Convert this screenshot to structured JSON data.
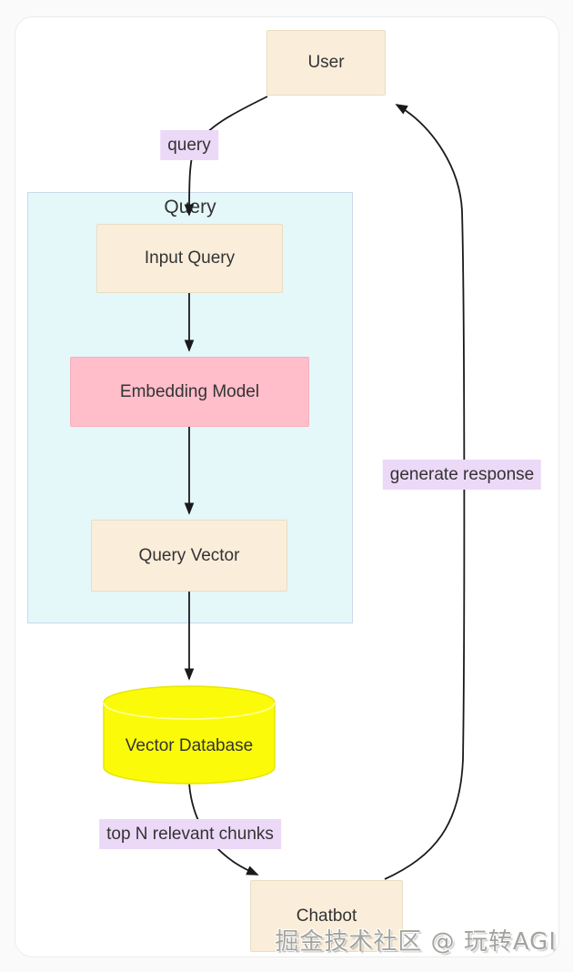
{
  "diagram": {
    "nodes": {
      "user": "User",
      "input_query": "Input Query",
      "embedding_model": "Embedding Model",
      "query_vector": "Query Vector",
      "vector_database": "Vector Database",
      "chatbot": "Chatbot"
    },
    "subgraph_title": "Query",
    "edge_labels": {
      "query": "query",
      "generate_response": "generate response",
      "top_n_chunks": "top N relevant chunks"
    },
    "colors": {
      "node_fill": "#faeedb",
      "node_border": "#eaddc2",
      "embedding_fill": "#ffbeca",
      "embedding_border": "#f3b0bf",
      "database_fill": "#fbfb09",
      "database_border": "#e6e600",
      "subgraph_fill": "#e4f7f9",
      "subgraph_border": "#ccd9ea",
      "edge_label_bg": "#ecd9f8",
      "text": "#333333",
      "arrow": "#1a1a1a"
    }
  },
  "watermark": "掘金技术社区 @ 玩转AGI"
}
